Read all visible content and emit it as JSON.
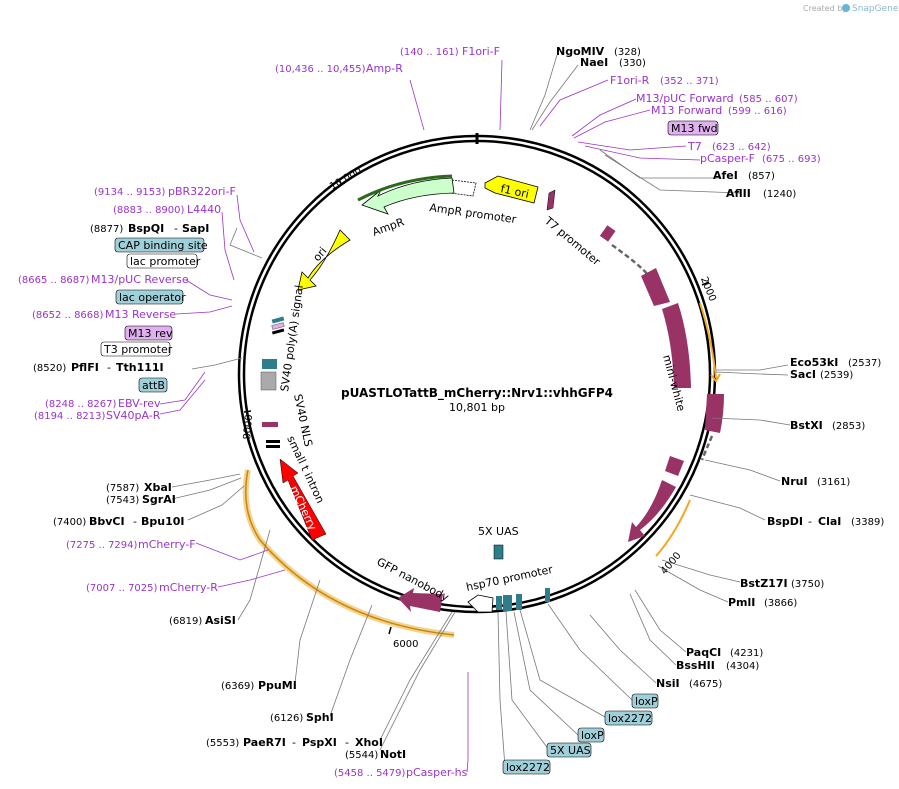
{
  "watermark": {
    "created_by": "Created by",
    "brand": "SnapGene"
  },
  "map": {
    "name": "pUASTLOTattB_mCherry::Nrv1::vhhGFP4",
    "size": "10,801 bp"
  },
  "ticks": [
    "2000",
    "4000",
    "6000",
    "8000",
    "10,000"
  ],
  "enzymes": [
    {
      "name": "NgoMIV",
      "pos": "(328)"
    },
    {
      "name": "NaeI",
      "pos": "(330)"
    },
    {
      "name": "AfeI",
      "pos": "(857)"
    },
    {
      "name": "AflII",
      "pos": "(1240)"
    },
    {
      "name": "Eco53kI",
      "pos": "(2537)"
    },
    {
      "name": "SacI",
      "pos": "(2539)"
    },
    {
      "name": "BstXI",
      "pos": "(2853)"
    },
    {
      "name": "NruI",
      "pos": "(3161)"
    },
    {
      "name": "BspDI",
      "sep": "-",
      "name2": "ClaI",
      "pos": "(3389)"
    },
    {
      "name": "BstZ17I",
      "pos": "(3750)"
    },
    {
      "name": "PmlI",
      "pos": "(3866)"
    },
    {
      "name": "PaqCI",
      "pos": "(4231)"
    },
    {
      "name": "BssHII",
      "pos": "(4304)"
    },
    {
      "name": "NsiI",
      "pos": "(4675)"
    },
    {
      "name": "NotI",
      "pos": "(5544)"
    },
    {
      "name": "PaeR7I",
      "sep": "-",
      "name2": "PspXI",
      "sep2": "-",
      "name3": "XhoI",
      "pos": "(5553)"
    },
    {
      "name": "SphI",
      "pos": "(6126)"
    },
    {
      "name": "PpuMI",
      "pos": "(6369)"
    },
    {
      "name": "AsiSI",
      "pos": "(6819)"
    },
    {
      "name": "BbvCI",
      "sep": "-",
      "name2": "Bpu10I",
      "pos": "(7400)"
    },
    {
      "name": "SgrAI",
      "pos": "(7543)"
    },
    {
      "name": "XbaI",
      "pos": "(7587)"
    },
    {
      "name": "PflFI",
      "sep": "-",
      "name2": "Tth111I",
      "pos": "(8520)"
    },
    {
      "name": "BspQI",
      "sep": "-",
      "name2": "SapI",
      "pos": "(8877)"
    }
  ],
  "primers": [
    {
      "name": "F1ori-F",
      "pos": "(140 .. 161)"
    },
    {
      "name": "Amp-R",
      "pos": "(10,436 .. 10,455)"
    },
    {
      "name": "F1ori-R",
      "pos": "(352 .. 371)"
    },
    {
      "name": "M13/pUC Forward",
      "pos": "(585 .. 607)"
    },
    {
      "name": "M13 Forward",
      "pos": "(599 .. 616)"
    },
    {
      "name": "T7",
      "pos": "(623 .. 642)"
    },
    {
      "name": "pCasper-F",
      "pos": "(675 .. 693)"
    },
    {
      "name": "pBR322ori-F",
      "pos": "(9134 .. 9153)"
    },
    {
      "name": "L4440",
      "pos": "(8883 .. 8900)"
    },
    {
      "name": "M13/pUC Reverse",
      "pos": "(8665 .. 8687)"
    },
    {
      "name": "M13 Reverse",
      "pos": "(8652 .. 8668)"
    },
    {
      "name": "EBV-rev",
      "pos": "(8248 .. 8267)"
    },
    {
      "name": "SV40pA-R",
      "pos": "(8194 .. 8213)"
    },
    {
      "name": "mCherry-F",
      "pos": "(7275 .. 7294)"
    },
    {
      "name": "mCherry-R",
      "pos": "(7007 .. 7025)"
    },
    {
      "name": "pCasper-hs",
      "pos": "(5458 .. 5479)"
    }
  ],
  "boxed": {
    "m13fwd": "M13 fwd",
    "cap": "CAP binding site",
    "lacprom": "lac promoter",
    "lacop": "lac operator",
    "m13rev": "M13 rev",
    "t3": "T3 promoter",
    "attb": "attB",
    "loxp1": "loxP",
    "lox2272a": "lox2272",
    "loxp2": "loxP",
    "uas5b": "5X UAS",
    "lox2272b": "lox2272"
  },
  "features": {
    "f1ori": "f1 ori",
    "amppromoter": "AmpR promoter",
    "ampr": "AmpR",
    "ori": "ori",
    "t7promoter": "T7 promoter",
    "miniwhite": "mini-white",
    "uas5": "5X UAS",
    "hsp70": "hsp70 promoter",
    "gfpnb": "GFP nanobody",
    "mcherry": "mCherry",
    "smallt": "small t intron",
    "sv40nls": "SV40 NLS",
    "sv40polya": "SV40 poly(A) signal"
  },
  "colors": {
    "primer": "#9933cc",
    "maroon": "#993366",
    "yellow": "#ffff00",
    "ampgreen": "#ccffcc",
    "teal": "#2e7d8c",
    "red": "#ff0000",
    "orange": "#f5a623",
    "boxblue": "#9fcfd8",
    "boxpurple": "#e0b0f0"
  }
}
